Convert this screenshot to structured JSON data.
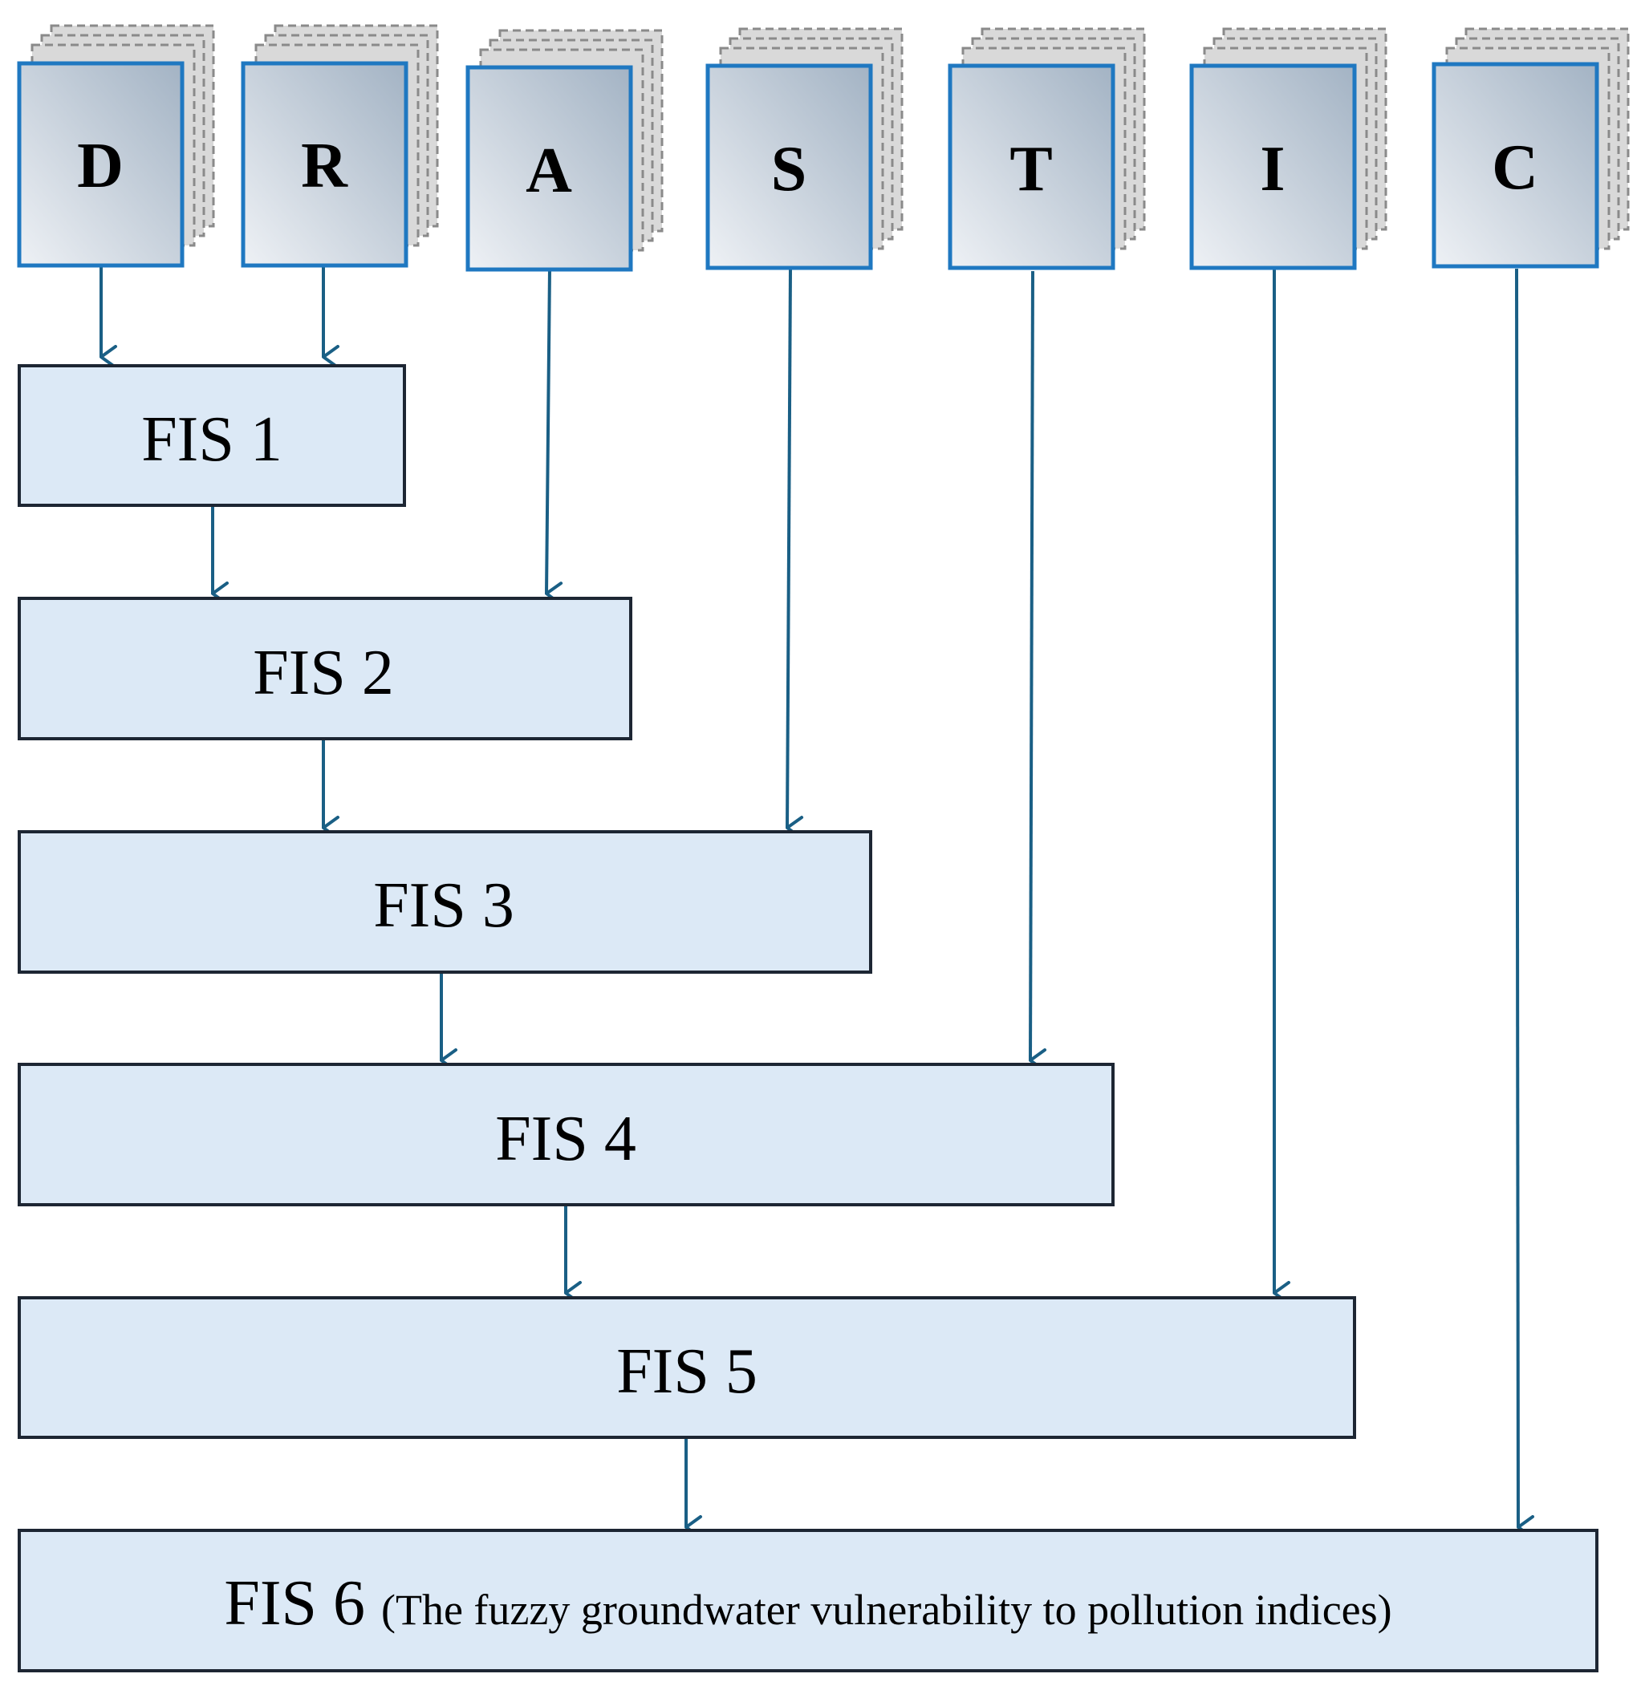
{
  "inputs": [
    {
      "id": "D",
      "label": "D"
    },
    {
      "id": "R",
      "label": "R"
    },
    {
      "id": "A",
      "label": "A"
    },
    {
      "id": "S",
      "label": "S"
    },
    {
      "id": "T",
      "label": "T"
    },
    {
      "id": "I",
      "label": "I"
    },
    {
      "id": "C",
      "label": "C"
    }
  ],
  "fis": [
    {
      "id": "fis1",
      "label": "FIS 1"
    },
    {
      "id": "fis2",
      "label": "FIS 2"
    },
    {
      "id": "fis3",
      "label": "FIS 3"
    },
    {
      "id": "fis4",
      "label": "FIS 4"
    },
    {
      "id": "fis5",
      "label": "FIS 5"
    },
    {
      "id": "fis6",
      "label": "FIS 6",
      "description": "(The fuzzy groundwater vulnerability to pollution indices)"
    }
  ],
  "edges": [
    {
      "from": "D",
      "to": "fis1"
    },
    {
      "from": "R",
      "to": "fis1"
    },
    {
      "from": "fis1",
      "to": "fis2"
    },
    {
      "from": "A",
      "to": "fis2"
    },
    {
      "from": "fis2",
      "to": "fis3"
    },
    {
      "from": "S",
      "to": "fis3"
    },
    {
      "from": "fis3",
      "to": "fis4"
    },
    {
      "from": "T",
      "to": "fis4"
    },
    {
      "from": "fis4",
      "to": "fis5"
    },
    {
      "from": "I",
      "to": "fis5"
    },
    {
      "from": "fis5",
      "to": "fis6"
    },
    {
      "from": "C",
      "to": "fis6"
    }
  ],
  "colors": {
    "input_border": "#1f78c1",
    "input_fill_dark": "#a3b3c4",
    "input_fill_light": "#eef1f5",
    "stack_border": "#8a8a8a",
    "stack_fill": "#d9d9d9",
    "fis_fill": "#dce9f6",
    "fis_border": "#1d2633",
    "arrow": "#1a5f85"
  }
}
